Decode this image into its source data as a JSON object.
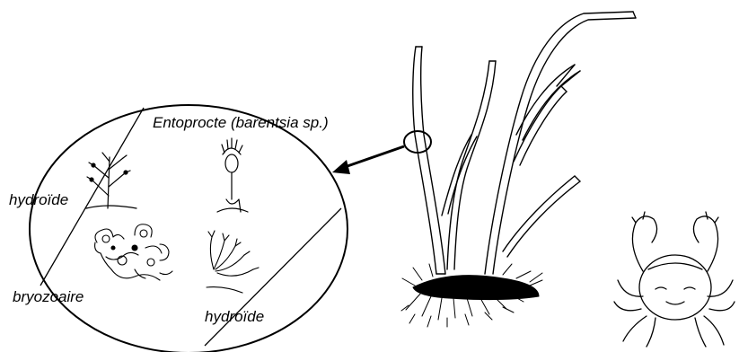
{
  "labels": {
    "entoprocte": "Entoprocte (barentsia sp.)",
    "hydroide_left": "hydroïde",
    "bryozoaire": "bryozoaire",
    "hydroide_right": "hydroïde"
  },
  "colors": {
    "ink": "#000000",
    "background": "#ffffff"
  }
}
